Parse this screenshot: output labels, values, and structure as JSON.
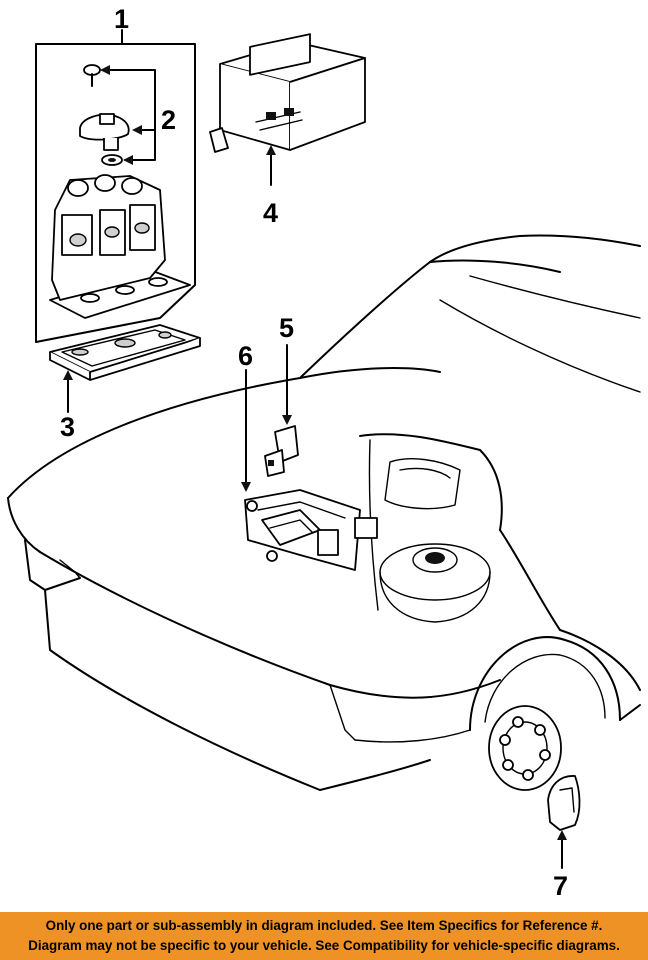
{
  "diagram": {
    "callouts": [
      "1",
      "2",
      "3",
      "4",
      "5",
      "6",
      "7"
    ]
  },
  "footer": {
    "line1": "Only one part or sub-assembly in diagram included. See Item Specifics for Reference #.",
    "line2": "Diagram may not be specific to your vehicle. See Compatibility for vehicle-specific diagrams."
  },
  "colors": {
    "footer_background": "#ef9226",
    "linework": "#000000",
    "background": "#ffffff"
  }
}
